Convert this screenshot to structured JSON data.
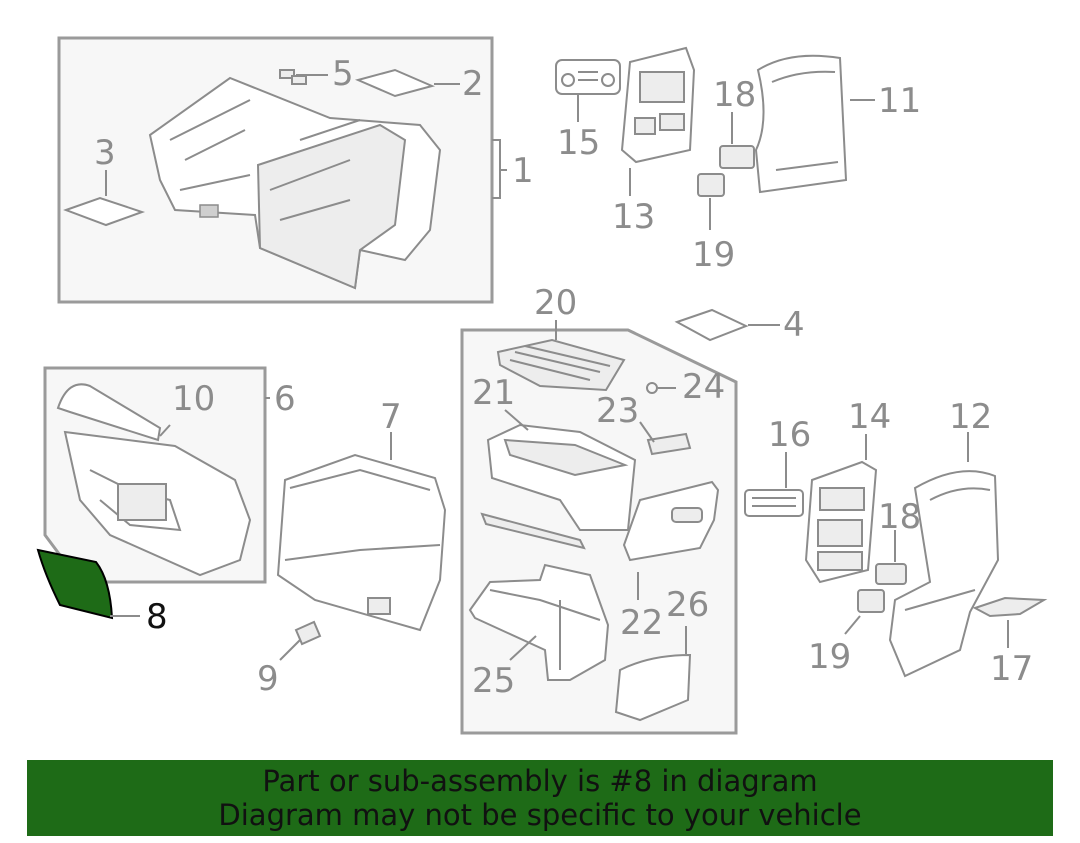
{
  "callouts": {
    "c1": "1",
    "c2": "2",
    "c3": "3",
    "c4": "4",
    "c5": "5",
    "c6": "6",
    "c7": "7",
    "c8": "8",
    "c9": "9",
    "c10": "10",
    "c11": "11",
    "c12": "12",
    "c13": "13",
    "c14": "14",
    "c15": "15",
    "c16": "16",
    "c17": "17",
    "c18a": "18",
    "c18b": "18",
    "c19a": "19",
    "c19b": "19",
    "c20": "20",
    "c21": "21",
    "c22": "22",
    "c23": "23",
    "c24": "24",
    "c25": "25",
    "c26": "26"
  },
  "banner": {
    "line1": "Part or sub-assembly is #8 in diagram",
    "line2": "Diagram may not be specific to your vehicle"
  },
  "colors": {
    "highlight": "#1e6b17",
    "banner_bg": "#1e6b17",
    "line": "#8c8c8c"
  }
}
